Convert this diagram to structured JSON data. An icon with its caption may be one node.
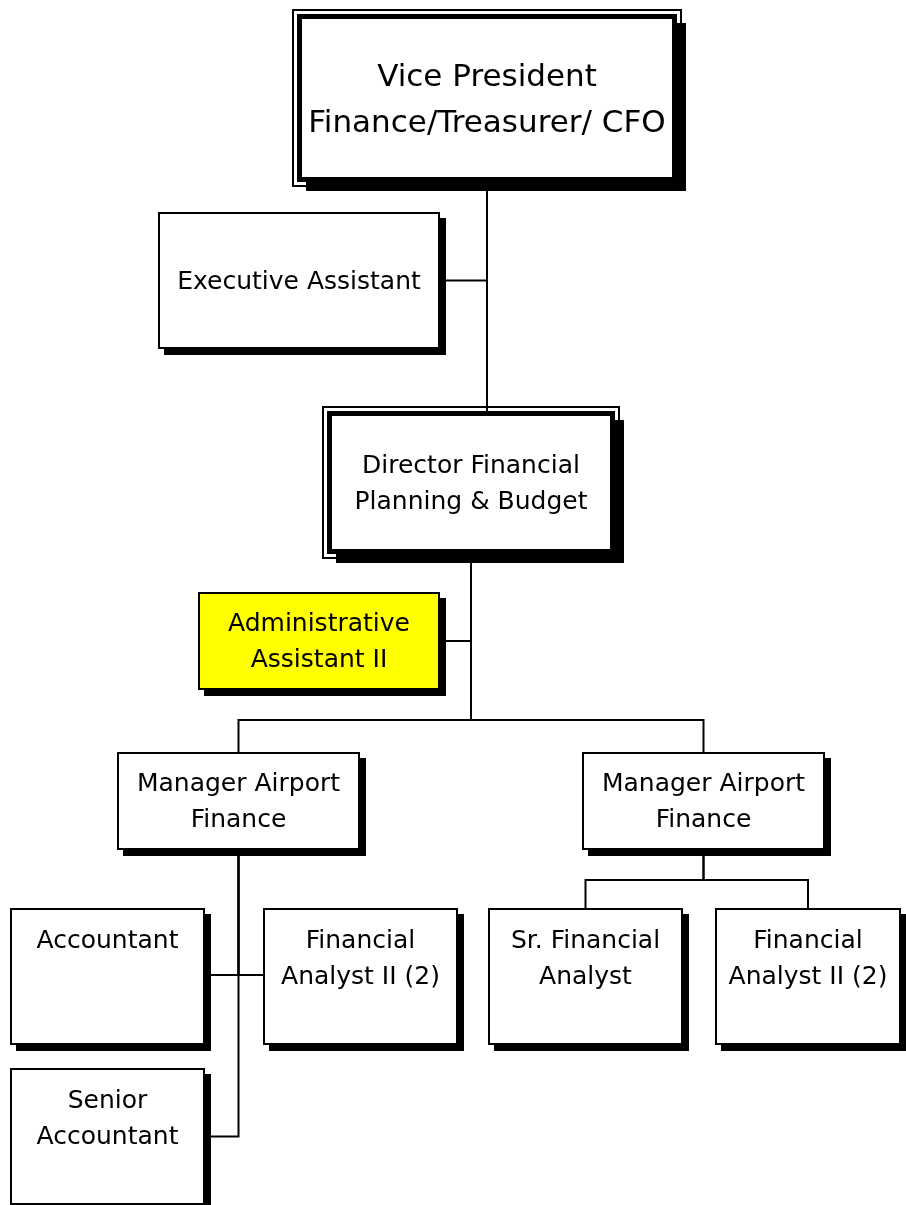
{
  "diagram": {
    "nodes": [
      {
        "text": [
          "Vice President Finance/Treasurer/ CFO"
        ]
      },
      {
        "text": [
          "Executive Assistant"
        ]
      },
      {
        "text": [
          "Director Financial Planning & Budget"
        ]
      },
      {
        "text": [
          "Administrative Assistant II"
        ]
      },
      {
        "text": [
          "Manager Airport Finance"
        ]
      },
      {
        "text": [
          "Manager Airport Finance"
        ]
      },
      {
        "text": [
          "Accountant"
        ]
      },
      {
        "text": [
          "Financial Analyst II (2)"
        ]
      },
      {
        "text": [
          "Senior Accountant"
        ]
      },
      {
        "text": [
          "Sr. Financial Analyst"
        ]
      },
      {
        "text": [
          "Financial Analyst II (2)"
        ]
      }
    ],
    "edges": [
      {
        "from": 0,
        "to": 1,
        "arrow": "none"
      },
      {
        "from": 0,
        "to": 2,
        "arrow": "none"
      },
      {
        "from": 2,
        "to": 3,
        "arrow": "none"
      },
      {
        "from": 2,
        "to": 4,
        "arrow": "none"
      },
      {
        "from": 2,
        "to": 5,
        "arrow": "none"
      },
      {
        "from": 4,
        "to": 6,
        "arrow": "none"
      },
      {
        "from": 4,
        "to": 7,
        "arrow": "none"
      },
      {
        "from": 4,
        "to": 8,
        "arrow": "none"
      },
      {
        "from": 5,
        "to": 9,
        "arrow": "none"
      },
      {
        "from": 5,
        "to": 10,
        "arrow": "none"
      }
    ]
  }
}
